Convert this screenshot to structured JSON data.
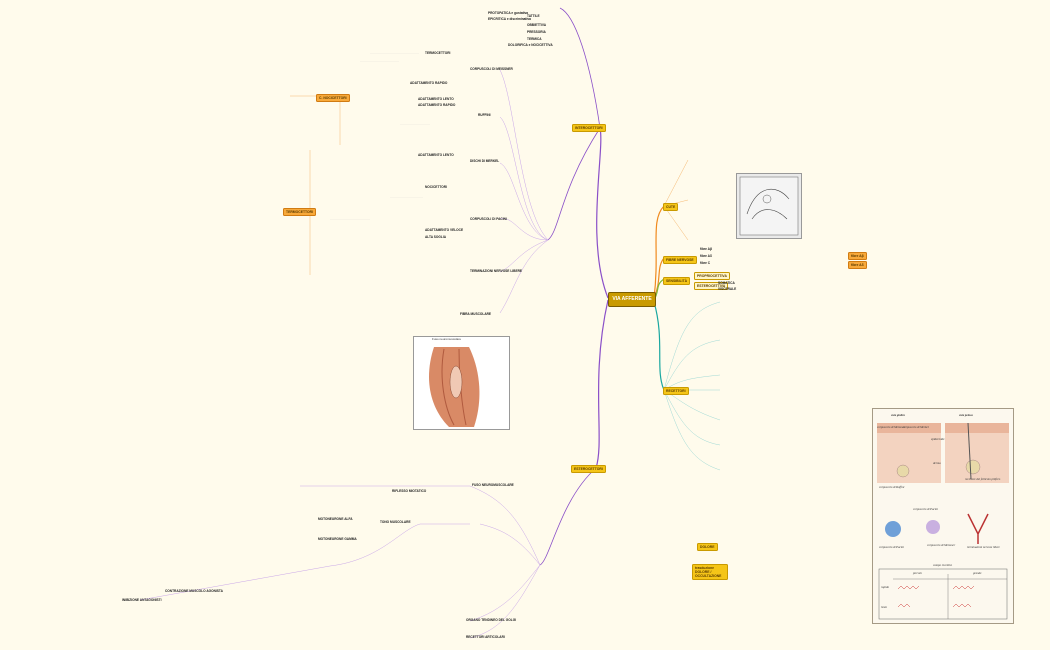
{
  "root": "VIA AFFERENTE",
  "colors": {
    "main_tag": "#f5c518",
    "orange_tag": "#f8a93a",
    "root_bg": "#c99a00",
    "line_purple": "#8a4fc8",
    "line_orange": "#f08a1e",
    "line_teal": "#1aa7a0",
    "line_green": "#7ab83a"
  },
  "branches": {
    "interocettori": "INTEROCETTORI",
    "esterocettori": "ESTEROCETTORI",
    "cute": "CUTE",
    "fibre_nervose": "FIBRE NERVOSE",
    "sensibilita": "SENSIBILITÀ",
    "recettori": "RECETTORI",
    "dolore": "DOLORE",
    "trasduzione": "trasduzione DOLORE / OCCULTAZIONE",
    "c_nocicettori": "C. NOCICETTORI",
    "termocettori": "TERMOCETTORI"
  },
  "interocettori_items": [
    "PROTOPATICA e gustativa",
    "EPICRITICA e discriminativa",
    "TATTILE",
    "OBBIETTIVA",
    "PRESSORIA",
    "TERMICA",
    "DOLORIFICA e NOCICETTIVA"
  ],
  "mid_items": [
    "CORPUSCOLI DI MEISSNER",
    "RUFFINI",
    "DISCHI DI MERKEL",
    "CORPUSCOLI DI PACINI",
    "TERMINAZIONI NERVOSE LIBERE",
    "ADATTAMENTO RAPIDO",
    "ADATTAMENTO LENTO",
    "ADATTAMENTO LENTO",
    "ADATTAMENTO RAPIDO",
    "ADATTAMENTO VELOCE",
    "ALTA SOGLIA",
    "TERMOCETTORI",
    "NOCICETTORI"
  ],
  "lower_items": [
    "FIBRA MUSCOLARE",
    "FUSO NEUROMUSCOLARE",
    "RIFLESSO MIOTATICO",
    "TONO MUSCOLARE",
    "MOTONEURONE ALFA",
    "MOTONEURONE GAMMA",
    "CONTRAZIONE MUSCOLO AGONISTA",
    "INIBIZIONE ANTAGONISTI",
    "ORGANO TENDINEO DEL GOLGI",
    "RECETTORI ARTICOLARI"
  ],
  "fibre_items": [
    "fibre Aβ",
    "fibre Aδ",
    "fibre C"
  ],
  "sensibilita_items": [
    "PROPRIOCETTIVA",
    "ESTEROCETTIVA",
    "SOMATICA",
    "VISCERALE"
  ],
  "image_caption": "Fuso neuromuscolare",
  "skin_panel": {
    "glabra": "cute glabra",
    "pelosa": "cute pelosa",
    "epidermide": "epidermide",
    "derma": "derma",
    "pacini": "corpuscolo di Pacini",
    "meissner": "corpuscolo di Meissner",
    "merkel": "corpuscolo di Merkel",
    "ruffini": "corpuscolo di Ruffini",
    "libere": "terminazioni nervose libere",
    "follicolo": "recettore del follicolo pilifero",
    "campo": "campo recettivo",
    "piccolo": "piccolo",
    "grande": "grande",
    "rapido": "rapido",
    "lento": "lento",
    "adattamento": "adattamento"
  }
}
